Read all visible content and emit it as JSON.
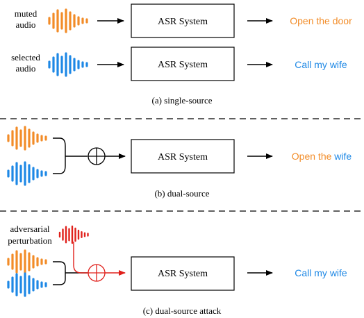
{
  "colors": {
    "orange": "#F28C28",
    "blue": "#1E88E5",
    "red": "#E0201B",
    "black": "#000000"
  },
  "panel_a": {
    "row1": {
      "input_label_line1": "muted",
      "input_label_line2": "audio",
      "system_label": "ASR System",
      "output": "Open the door"
    },
    "row2": {
      "input_label_line1": "selected",
      "input_label_line2": "audio",
      "system_label": "ASR System",
      "output": "Call my wife"
    },
    "caption": "(a) single-source"
  },
  "panel_b": {
    "system_label": "ASR System",
    "output_part1": "Open the ",
    "output_part2": "wife",
    "caption": "(b) dual-source"
  },
  "panel_c": {
    "perturbation_label_line1": "adversarial",
    "perturbation_label_line2": "perturbation",
    "system_label": "ASR System",
    "output": "Call my wife",
    "caption": "(c) dual-source attack"
  },
  "icons": {
    "waveform": "audio-waveform-icon",
    "mixer": "circled-plus-icon",
    "arrow": "right-arrow-icon"
  }
}
